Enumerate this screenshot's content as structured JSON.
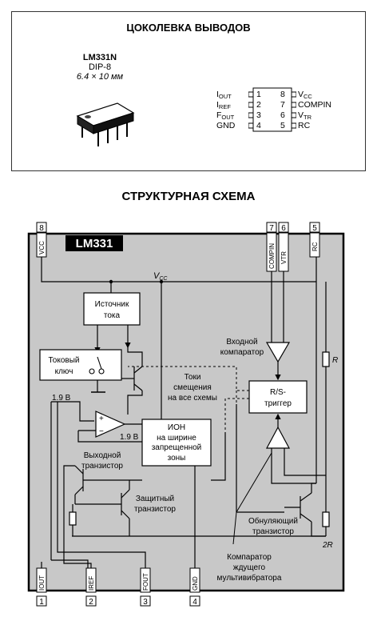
{
  "pinout": {
    "title": "ЦОКОЛЕВКА ВЫВОДОВ",
    "part": "LM331N",
    "package": "DIP-8",
    "size": "6.4 × 10 мм",
    "left_pins": [
      {
        "num": "1",
        "name": "I",
        "sub": "OUT"
      },
      {
        "num": "2",
        "name": "I",
        "sub": "REF"
      },
      {
        "num": "3",
        "name": "F",
        "sub": "OUT"
      },
      {
        "num": "4",
        "name": "GND",
        "sub": ""
      }
    ],
    "right_pins": [
      {
        "num": "8",
        "name": "V",
        "sub": "CC"
      },
      {
        "num": "7",
        "name": "COMPIN",
        "sub": ""
      },
      {
        "num": "6",
        "name": "V",
        "sub": "TR"
      },
      {
        "num": "5",
        "name": "RC",
        "sub": ""
      }
    ]
  },
  "schema": {
    "title": "СТРУКТУРНАЯ СХЕМА",
    "chip_label": "LM331",
    "vcc": "V",
    "vcc_sub": "CC",
    "top_pins": [
      {
        "num": "8",
        "label": "VCC"
      },
      {
        "num": "7",
        "label": "COMPIN"
      },
      {
        "num": "6",
        "label": "VTR"
      },
      {
        "num": "5",
        "label": "RC"
      }
    ],
    "bottom_pins": [
      {
        "num": "1",
        "label": "IOUT"
      },
      {
        "num": "2",
        "label": "IREF"
      },
      {
        "num": "3",
        "label": "FOUT"
      },
      {
        "num": "4",
        "label": "GND"
      }
    ],
    "current_source": [
      "Источник",
      "тока"
    ],
    "current_switch": [
      "Токовый",
      "ключ"
    ],
    "input_comparator": [
      "Входной",
      "компаратор"
    ],
    "bias_currents": [
      "Токи",
      "смещения",
      "на все схемы"
    ],
    "rs_trigger": [
      "R/S-",
      "триггер"
    ],
    "ion": [
      "ИОН",
      "на ширине",
      "запрещенной",
      "зоны"
    ],
    "output_transistor": [
      "Выходной",
      "транзистор"
    ],
    "protection_transistor": [
      "Защитный",
      "транзистор"
    ],
    "reset_transistor": [
      "Обнуляющий",
      "транзистор"
    ],
    "oneshot_comparator": [
      "Компаратор",
      "ждущего",
      "мультивибратора"
    ],
    "v19_a": "1.9 В",
    "v19_b": "1.9 В",
    "r_label": "R",
    "r2_label": "2R"
  }
}
